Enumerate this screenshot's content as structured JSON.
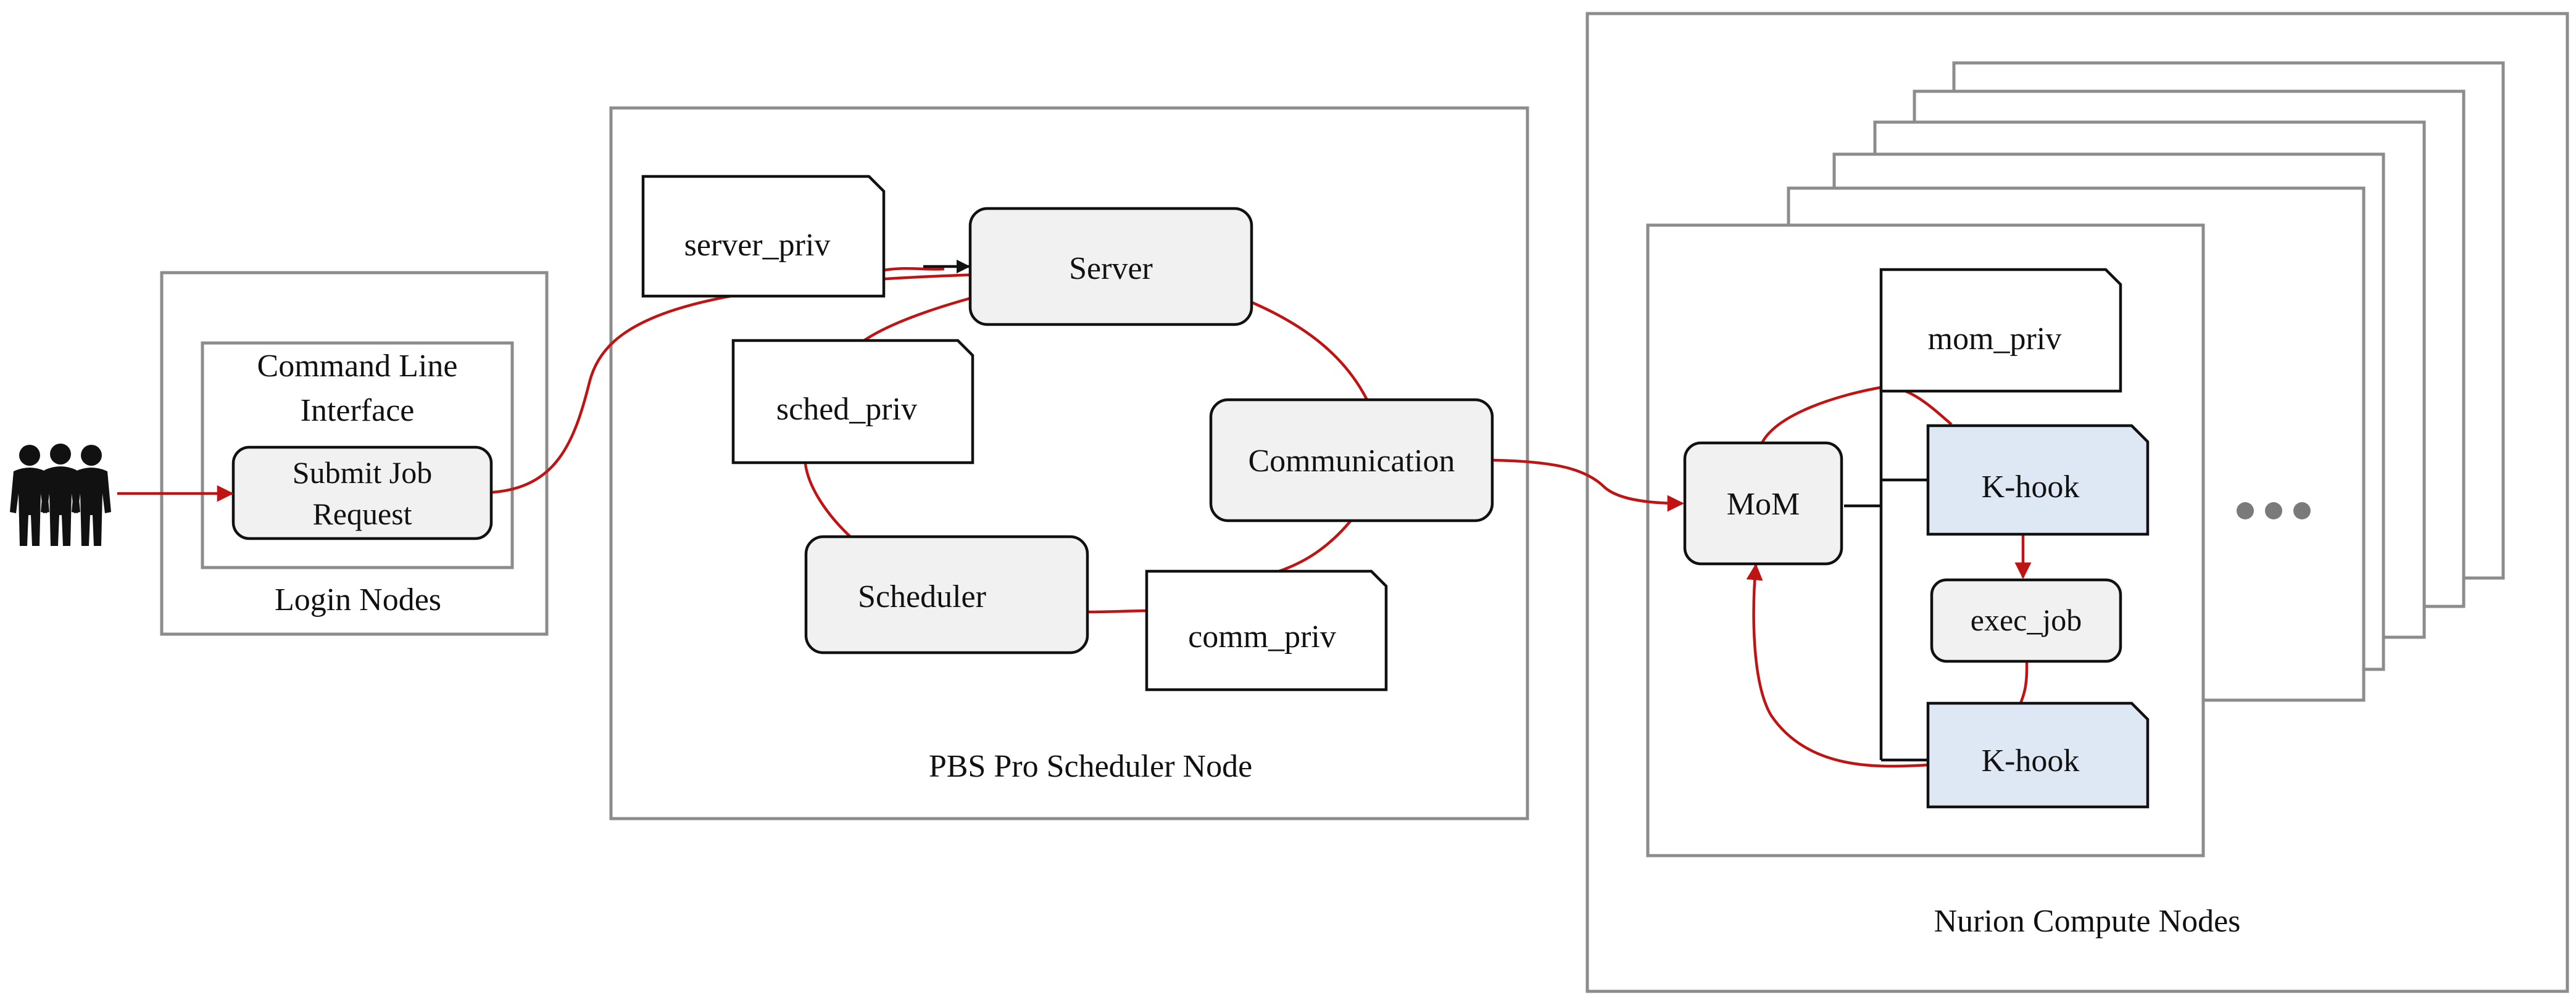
{
  "diagram": {
    "login": {
      "group_label": "Login Nodes",
      "cli_label_line1": "Command Line",
      "cli_label_line2": "Interface",
      "submit_line1": "Submit Job",
      "submit_line2": "Request"
    },
    "scheduler_node": {
      "group_label": "PBS Pro Scheduler Node",
      "server": "Server",
      "server_priv": "server_priv",
      "sched_priv": "sched_priv",
      "communication": "Communication",
      "scheduler": "Scheduler",
      "comm_priv": "comm_priv"
    },
    "compute": {
      "group_label": "Nurion Compute Nodes",
      "mom": "MoM",
      "mom_priv": "mom_priv",
      "khook_top": "K-hook",
      "exec_job": "exec_job",
      "khook_bottom": "K-hook",
      "more_indicator": "•••"
    },
    "users_icon": "users-icon",
    "colors": {
      "arrow": "#c01414",
      "gray_node": "#f1f1f1",
      "blue_node": "#dde8f4",
      "frame": "#8c8c8c"
    }
  }
}
